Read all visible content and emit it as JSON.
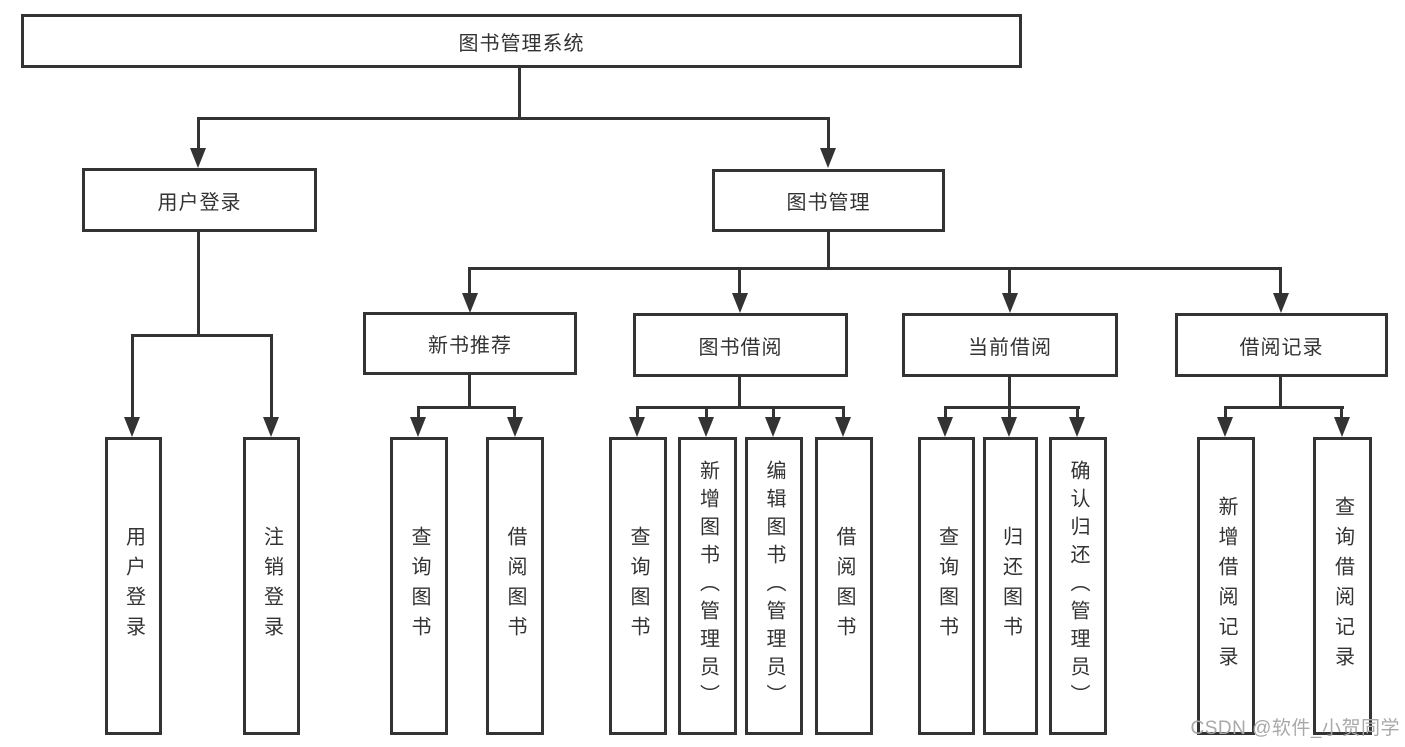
{
  "colors": {
    "line": "#333333",
    "text": "#333333",
    "watermark": "#a9a9a9",
    "background": "#ffffff"
  },
  "watermark": "CSDN @软件_小贺同学",
  "nodes": {
    "root": "图书管理系统",
    "user_login": "用户登录",
    "book_mgmt": "图书管理",
    "new_books": "新书推荐",
    "book_borrow": "图书借阅",
    "current_borrow": "当前借阅",
    "borrow_records": "借阅记录",
    "ul_login": "用户登录",
    "ul_logout": "注销登录",
    "nb_query": "查询图书",
    "nb_borrow": "借阅图书",
    "bb_query": "查询图书",
    "bb_add": "新增图书（管理员）",
    "bb_edit": "编辑图书（管理员）",
    "bb_borrow": "借阅图书",
    "cb_query": "查询图书",
    "cb_return": "归还图书",
    "cb_confirm": "确认归还（管理员）",
    "br_add": "新增借阅记录",
    "br_query": "查询借阅记录"
  },
  "hierarchy": {
    "label": "图书管理系统",
    "children": [
      {
        "label": "用户登录",
        "children": [
          {
            "label": "用户登录"
          },
          {
            "label": "注销登录"
          }
        ]
      },
      {
        "label": "图书管理",
        "children": [
          {
            "label": "新书推荐",
            "children": [
              {
                "label": "查询图书"
              },
              {
                "label": "借阅图书"
              }
            ]
          },
          {
            "label": "图书借阅",
            "children": [
              {
                "label": "查询图书"
              },
              {
                "label": "新增图书（管理员）"
              },
              {
                "label": "编辑图书（管理员）"
              },
              {
                "label": "借阅图书"
              }
            ]
          },
          {
            "label": "当前借阅",
            "children": [
              {
                "label": "查询图书"
              },
              {
                "label": "归还图书"
              },
              {
                "label": "确认归还（管理员）"
              }
            ]
          },
          {
            "label": "借阅记录",
            "children": [
              {
                "label": "新增借阅记录"
              },
              {
                "label": "查询借阅记录"
              }
            ]
          }
        ]
      }
    ]
  }
}
